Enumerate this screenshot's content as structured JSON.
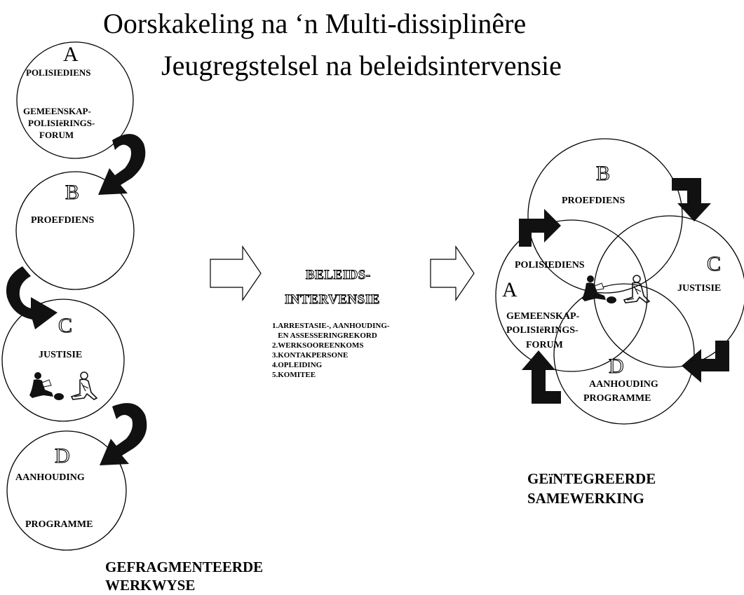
{
  "title": {
    "line1": "Oorskakeling na ‘n Multi-dissiplinêre",
    "line2": "Jeugregstelsel na beleidsintervensie"
  },
  "left": {
    "a": {
      "letter": "A",
      "label": "POLISIEDIENS",
      "sub": [
        "GEMEENSKAP-",
        "POLISIëRINGS-",
        "FORUM"
      ]
    },
    "b": {
      "letter": "B",
      "label": "PROEFDIENS"
    },
    "c": {
      "letter": "C",
      "label": "JUSTISIE"
    },
    "d": {
      "letter": "D",
      "label1": "AANHOUDING",
      "label2": "PROGRAMME"
    },
    "caption": [
      "GEFRAGMENTEERDE",
      "WERKWYSE"
    ]
  },
  "middle": {
    "heading": [
      "BELEIDS-",
      "INTERVENSIE"
    ],
    "items": [
      "1.ARRESTASIE-, AANHOUDING-",
      "   EN ASSESSERINGREKORD",
      "2.WERKSOOREENKOMS",
      "3.KONTAKPERSONE",
      "4.OPLEIDING",
      "5.KOMITEE"
    ]
  },
  "right": {
    "b": {
      "letter": "B",
      "label": "PROEFDIENS"
    },
    "a": {
      "letter": "A",
      "label": "POLISIEDIENS",
      "sub": [
        "GEMEENSKAP-",
        "POLISIëRINGS-",
        "FORUM"
      ]
    },
    "c": {
      "letter": "C",
      "label": "JUSTISIE"
    },
    "d": {
      "letter": "D",
      "label1": "AANHOUDING",
      "label2": "PROGRAMME"
    },
    "caption": [
      "GEïNTEGREERDE",
      "SAMEWERKING"
    ]
  },
  "icons": [
    "two-youths-reading-icon",
    "two-youths-reading-icon"
  ]
}
